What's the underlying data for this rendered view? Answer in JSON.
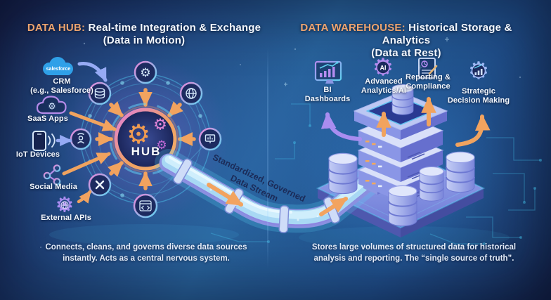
{
  "left_panel": {
    "title_highlight": "DATA HUB:",
    "title_rest": " Real-time Integration & Exchange",
    "subtitle": "(Data in Motion)",
    "sources": [
      {
        "label": "CRM\n(e.g., Salesforce)",
        "icon": "salesforce-cloud-icon"
      },
      {
        "label": "SaaS Apps",
        "icon": "cloud-gear-icon"
      },
      {
        "label": "IoT Devices",
        "icon": "smartphone-signal-icon"
      },
      {
        "label": "Social Media",
        "icon": "share-network-icon"
      },
      {
        "label": "External APIs",
        "icon": "gear-globe-icon"
      }
    ],
    "hub_label": "HUB",
    "caption": "Connects, cleans, and governs diverse data sources\ninstantly. Acts as a central nervous system."
  },
  "pipe": {
    "label": "Standardized, Governed\nData Stream"
  },
  "right_panel": {
    "title_highlight": "DATA WAREHOUSE:",
    "title_rest": " Historical Storage & Analytics",
    "subtitle": "(Data at Rest)",
    "outputs": [
      {
        "label": "BI\nDashboards",
        "icon": "monitor-chart-icon"
      },
      {
        "label": "Advanced\nAnalytics/AI",
        "icon": "ai-gear-icon"
      },
      {
        "label": "Reporting &\nCompliance",
        "icon": "report-document-icon"
      },
      {
        "label": "Strategic\nDecision Making",
        "icon": "strategy-gear-icon"
      }
    ],
    "caption": "Stores large volumes of structured data for historical\nanalysis and reporting. The “single source of truth”."
  },
  "logos": {
    "salesforce": "salesforce",
    "ai_badge": "AI"
  },
  "icons": {
    "gear_glyph": "⚙"
  },
  "colors": {
    "accent_orange": "#f0a35f",
    "accent_cyan": "#49d0f2",
    "accent_purple": "#a98df0",
    "accent_pink": "#e07fe0",
    "title_highlight": "#eda46f",
    "text_light": "#f3f7fd",
    "pipe_label_navy": "#1b2b58"
  }
}
